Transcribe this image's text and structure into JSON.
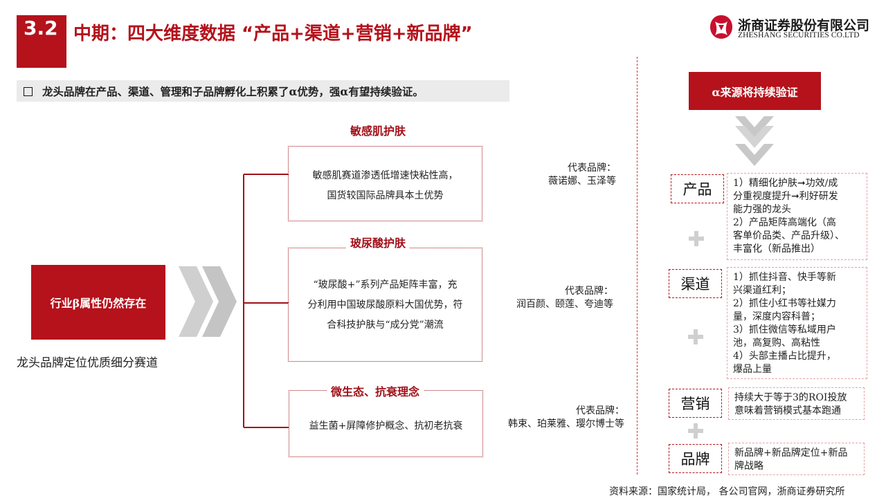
{
  "header": {
    "section_number": "3.2",
    "title": "中期：四大维度数据 “产品+渠道+营销+新品牌”",
    "company_cn": "浙商证券股份有限公司",
    "company_en": "ZHESHANG SECURITIES CO.LTD"
  },
  "summary": "龙头品牌在产品、渠道、管理和子品牌孵化上积累了α优势，强α有望持续验证。",
  "left": {
    "beta_box": "行业β属性仍然存在",
    "caption": "龙头品牌定位优质细分赛道"
  },
  "categories": [
    {
      "title": "敏感肌护肤",
      "desc_lines": [
        "敏感肌赛道渗透低增速快粘性高，",
        "国货较国际品牌具本土优势"
      ],
      "rep_label": "代表品牌：",
      "rep_brands": "薇诺娜、玉泽等"
    },
    {
      "title": "玻尿酸护肤",
      "desc_lines": [
        "“玻尿酸+”系列产品矩阵丰富，充",
        "分利用中国玻尿酸原料大国优势，符",
        "合科技护肤与“成分党”潮流"
      ],
      "rep_label": "代表品牌：",
      "rep_brands": "润百颜、颐莲、夸迪等"
    },
    {
      "title": "微生态、抗衰理念",
      "desc_lines": [
        "益生菌+屏障修护概念、抗初老抗衰"
      ],
      "rep_label": "代表品牌：",
      "rep_brands": "韩束、珀莱雅、璎尔博士等"
    }
  ],
  "right": {
    "alpha_title": "α来源将持续验证",
    "items": [
      {
        "label": "产品",
        "lines": [
          "1）精细化护肤➞功效/成",
          "分重视度提升➞利好研发",
          "能力强的龙头",
          "2）产品矩阵高端化（高",
          "客单价品类、产品升级）、",
          "丰富化（新品推出）"
        ]
      },
      {
        "label": "渠道",
        "lines": [
          "1）抓住抖音、快手等新",
          "兴渠道红利；",
          "2）抓住小红书等社媒力",
          "量，深度内容科普；",
          "3）抓住微信等私域用户",
          "池，高复购、高粘性",
          "4）头部主播占比提升，",
          "爆品上量"
        ]
      },
      {
        "label": "营销",
        "lines": [
          "持续大于等于3的ROI投放",
          "意味着营销模式基本跑通"
        ]
      },
      {
        "label": "品牌",
        "lines": [
          "新品牌+新品牌定位+新品",
          "牌战略"
        ]
      }
    ]
  },
  "footer": "资料来源：国家统计局，  各公司官网，浙商证券研究所",
  "colors": {
    "brand_red": "#b5121b",
    "dashed_red": "#a01018",
    "chevron_gray": "#c8c8c8",
    "summary_bg": "#ebebeb"
  },
  "icons": [
    "logo-icon",
    "chevron-right-icon",
    "chevron-down-icon",
    "plus-icon",
    "checkbox-icon"
  ]
}
